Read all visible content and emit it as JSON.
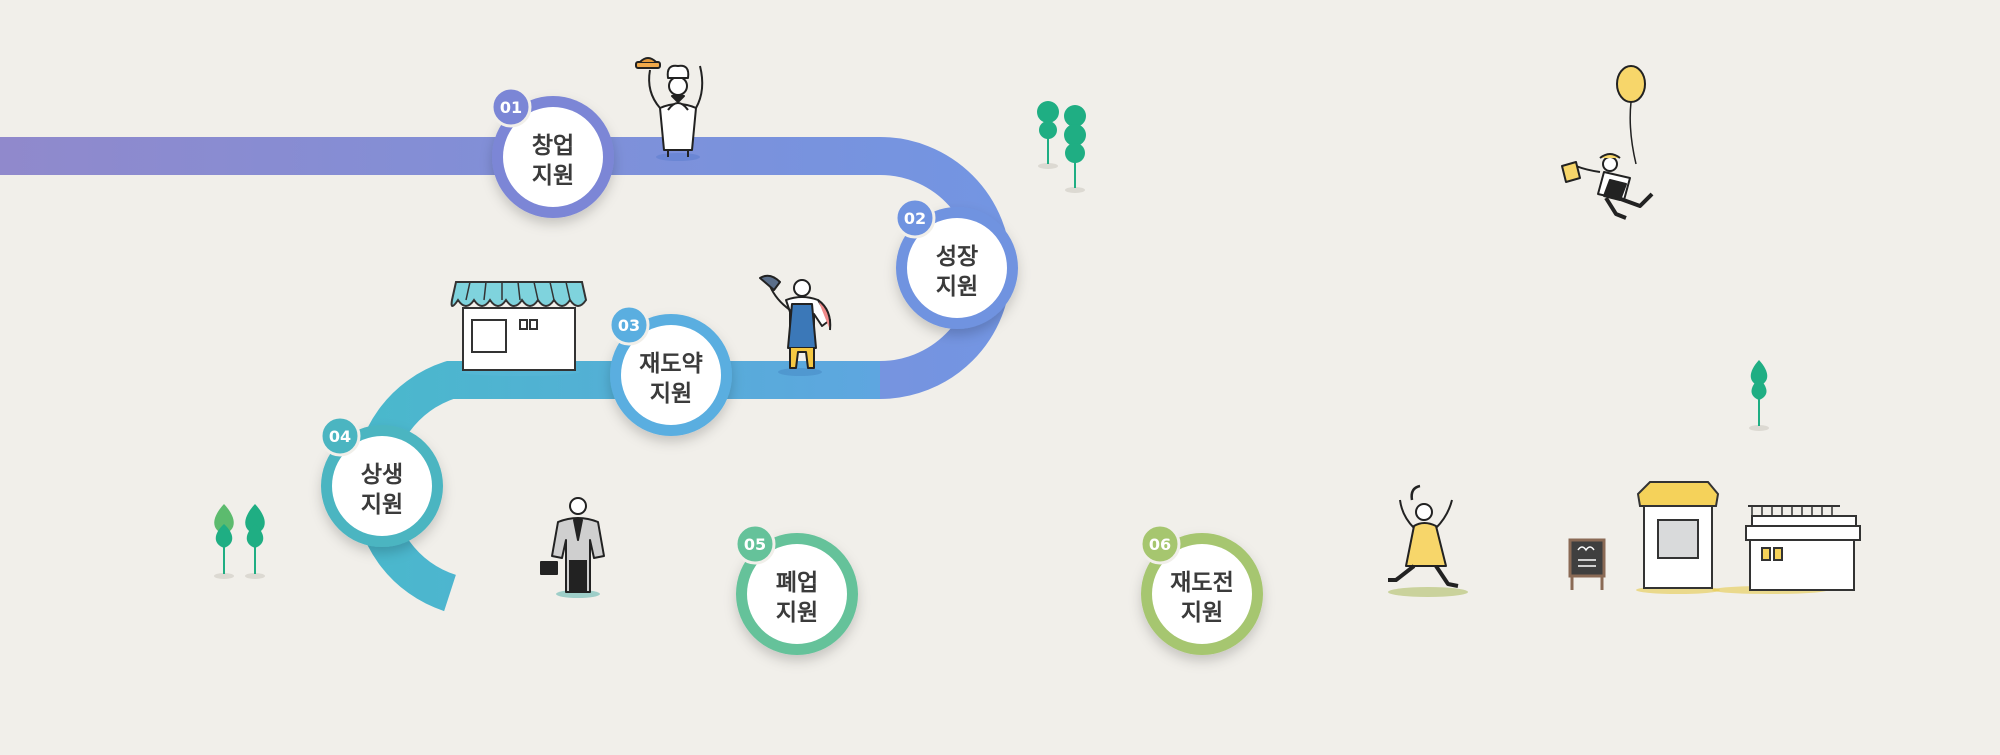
{
  "steps": [
    {
      "num": "01",
      "line1": "창업",
      "line2": "지원",
      "color": "#7b86d6"
    },
    {
      "num": "02",
      "line1": "성장",
      "line2": "지원",
      "color": "#6f93e0"
    },
    {
      "num": "03",
      "line1": "재도약",
      "line2": "지원",
      "color": "#5aaee0"
    },
    {
      "num": "04",
      "line1": "상생",
      "line2": "지원",
      "color": "#4bb5c1"
    },
    {
      "num": "05",
      "line1": "폐업",
      "line2": "지원",
      "color": "#65c29a"
    },
    {
      "num": "06",
      "line1": "재도전",
      "line2": "지원",
      "color": "#a6c66f"
    }
  ],
  "colors": {
    "background": "#f1efea",
    "path_start": "#8e88cc",
    "path_end": "#f4cc3e",
    "tree_green": "#1fae83",
    "tree_light": "#5cbb6e",
    "awning_cyan": "#7fd3dd",
    "awning_yellow": "#f5d25a",
    "apron_blue": "#3b78b8",
    "balloon_yellow": "#f7d66a"
  },
  "icons": [
    "chef-figure",
    "fishmonger-figure",
    "businessman-figure",
    "dancing-woman-figure",
    "balloon-man-figure",
    "shop-cyan-awning",
    "kiosk-yellow-roof",
    "flat-shop",
    "menu-board",
    "tree"
  ]
}
